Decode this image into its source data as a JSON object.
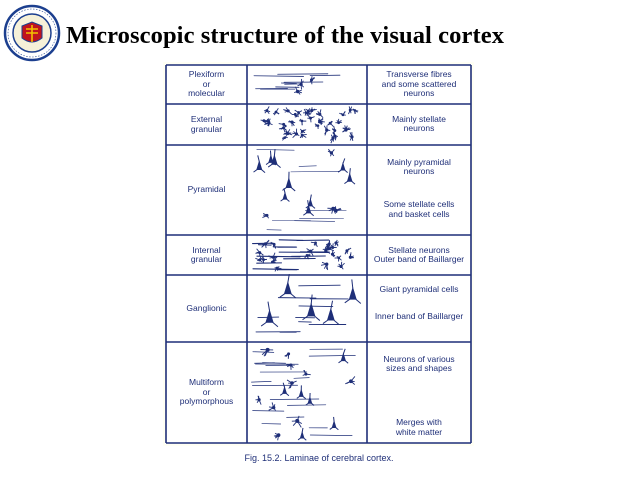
{
  "slide": {
    "title": "Microscopic structure of the visual cortex",
    "caption": "Fig. 15.2. Laminae of cerebral cortex."
  },
  "logo": {
    "icon": "university-seal-icon",
    "colors": [
      "#1c3f8f",
      "#f2c200",
      "#c0141e"
    ]
  },
  "colors": {
    "ink": "#1f2f78",
    "figure_bg": "#fffff4",
    "cell_bg": "#ffffff"
  },
  "layers": [
    {
      "name": [
        "Plexiform",
        "or",
        "molecular"
      ],
      "notes": [
        [
          "Transverse fibres",
          "and some scattered",
          "neurons"
        ]
      ]
    },
    {
      "name": [
        "External",
        "granular"
      ],
      "notes": [
        [
          "Mainly stellate",
          "neurons"
        ]
      ]
    },
    {
      "name": [
        "Pyramidal"
      ],
      "notes": [
        [
          "Mainly pyramidal",
          "neurons"
        ],
        [
          "Some stellate cells",
          "and basket cells"
        ]
      ]
    },
    {
      "name": [
        "Internal",
        "granular"
      ],
      "notes": [
        [
          "Stellate neurons",
          "Outer band of Baillarger"
        ]
      ]
    },
    {
      "name": [
        "Ganglionic"
      ],
      "notes": [
        [
          "Giant pyramidal cells"
        ],
        [
          "Inner band of Baillarger"
        ]
      ]
    },
    {
      "name": [
        "Multiform",
        "or",
        "polymorphous"
      ],
      "notes": [
        [
          "Neurons of various",
          "sizes and shapes"
        ],
        [
          "Merges with",
          "white matter"
        ]
      ]
    }
  ]
}
